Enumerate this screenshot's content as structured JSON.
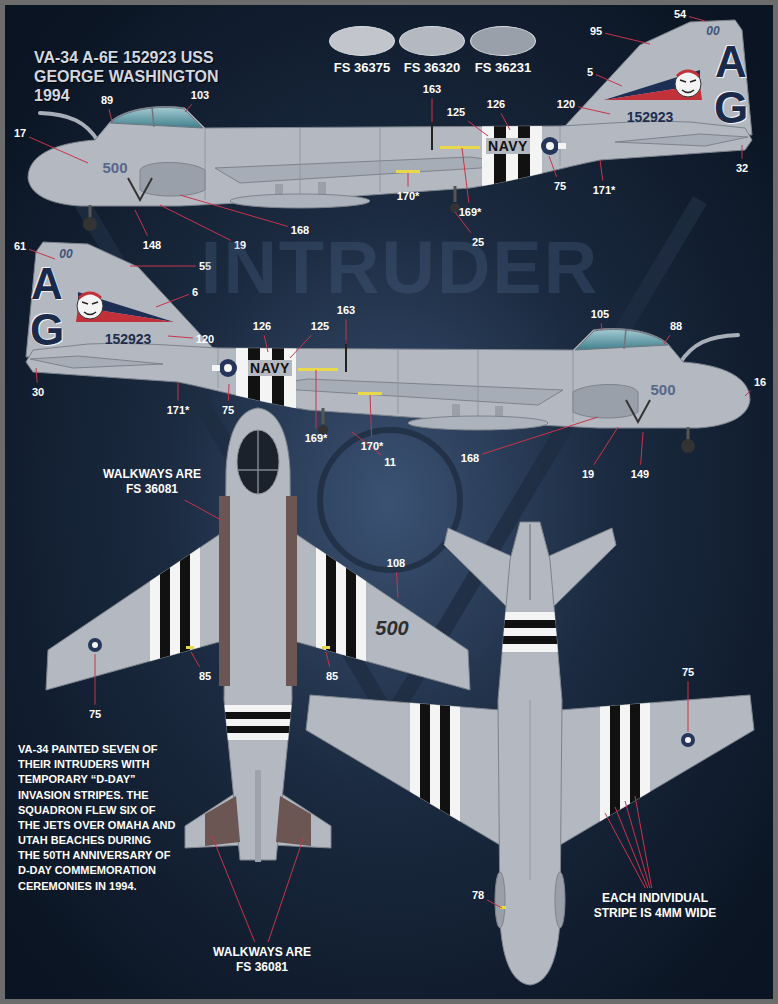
{
  "diagram": {
    "title": "VA-34 A-6E 152923 USS GEORGE WASHINGTON 1994",
    "labels": [
      "89",
      "103",
      "17",
      "500",
      "163",
      "125",
      "126",
      "NAVY",
      "54",
      "00",
      "95",
      "5",
      "A",
      "G",
      "120",
      "152923",
      "32",
      "75",
      "171*",
      "169*",
      "170*",
      "25",
      "168",
      "19",
      "148",
      "61",
      "00",
      "55",
      "6",
      "A",
      "G",
      "152923",
      "120",
      "30",
      "163",
      "126",
      "125",
      "NAVY",
      "75",
      "171*",
      "169*",
      "170*",
      "11",
      "105",
      "88",
      "16",
      "500",
      "168",
      "19",
      "149",
      "WALKWAYS ARE FS 36081",
      "108",
      "500",
      "85",
      "85",
      "75",
      "VA-34 PAINTED SEVEN OF THEIR INTRUDERS WITH TEMPORARY “D-DAY” INVASION STRIPES. THE SQUADRON FLEW SIX OF THE JETS OVER OMAHA AND UTAH BEACHES DURING THE 50TH ANNIVERSARY OF D-DAY COMMEMORATION CEREMONIES IN 1994.",
      "WALKWAYS ARE FS 36081",
      "75",
      "78",
      "EACH INDIVIDUAL STRIPE IS 4MM WIDE",
      "INTRUDER"
    ],
    "legend": [
      {
        "text": "FS 36375",
        "color": "#c2c6cc"
      },
      {
        "text": "FS 36320",
        "color": "#b4b9c1"
      },
      {
        "text": "FS 36231",
        "color": "#9aa0aa"
      }
    ]
  }
}
